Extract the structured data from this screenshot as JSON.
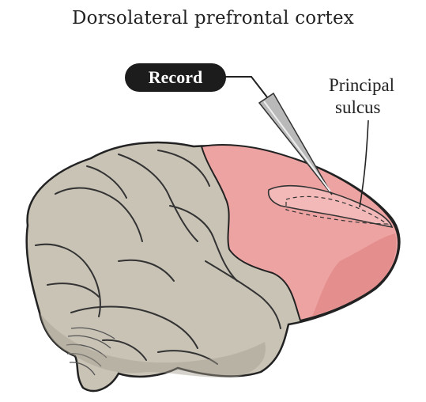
{
  "title": "Dorsolateral prefrontal cortex",
  "record_label": "Record",
  "principal_sulcus_label": [
    "Principal",
    "sulcus"
  ],
  "colors": {
    "background": "#ffffff",
    "brain_gray": "#c9c3b6",
    "brain_gray_shadow": "#a39d90",
    "prefrontal_highlight": "#eea3a3",
    "prefrontal_shadow": "#e28c8c",
    "label_bg": "#1c1c1c",
    "label_text": "#ffffff",
    "line": "#222222"
  }
}
